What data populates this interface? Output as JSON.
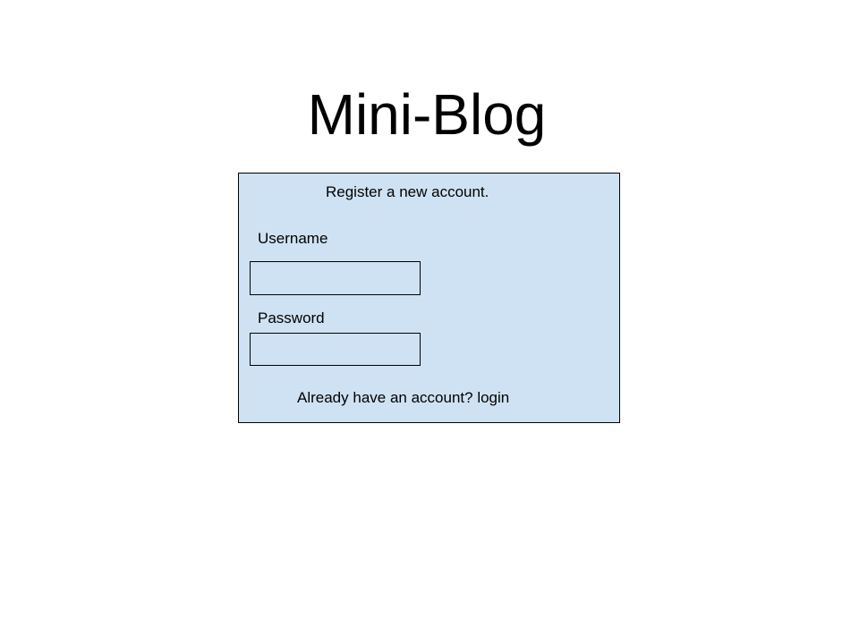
{
  "app": {
    "title": "Mini-Blog"
  },
  "register_form": {
    "heading": "Register a new account.",
    "username": {
      "label": "Username",
      "value": "",
      "placeholder": ""
    },
    "password": {
      "label": "Password",
      "value": "",
      "placeholder": ""
    },
    "login_prompt": "Already have an account?",
    "login_link": "login"
  },
  "colors": {
    "panel_background": "#cfe2f3",
    "border": "#000000"
  }
}
